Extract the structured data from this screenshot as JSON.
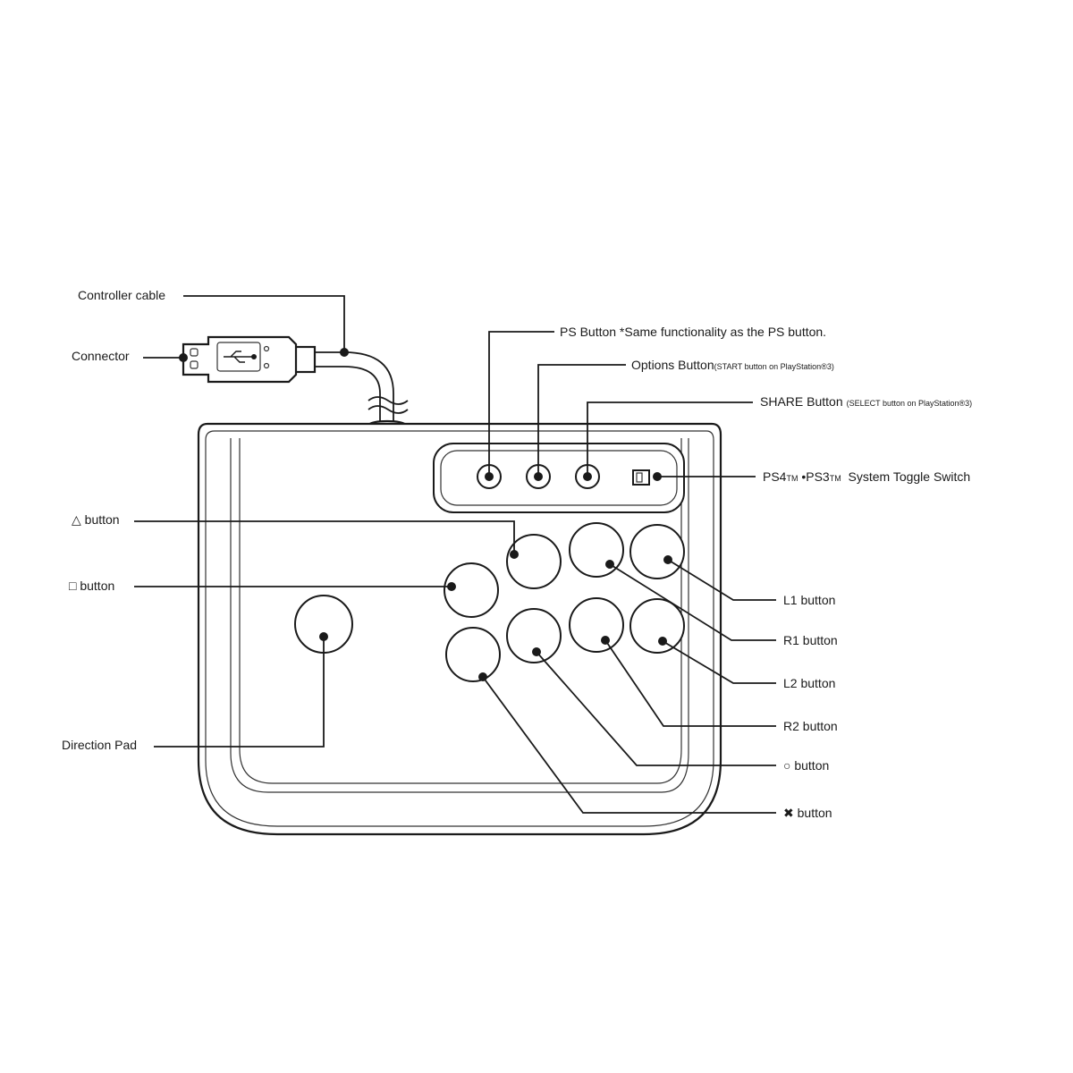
{
  "labels": {
    "controller_cable": "Controller cable",
    "connector": "Connector",
    "ps_button": "PS Button *Same functionality as the PS button.",
    "options_button": "Options Button",
    "options_note": "(START button on PlayStation®3)",
    "share_button": "SHARE Button",
    "share_note": "(SELECT button on PlayStation®3)",
    "toggle_ps4": "PS4",
    "toggle_tm1": "TM",
    "toggle_ps3": " •PS3",
    "toggle_tm2": "TM",
    "toggle_rest": "  System Toggle Switch",
    "triangle_button": "△ button",
    "square_button": "□ button",
    "direction_pad": "Direction Pad",
    "l1_button": "L1 button",
    "r1_button": "R1 button",
    "l2_button": "L2 button",
    "r2_button": "R2 button",
    "circle_button": "○ button",
    "cross_button": "✖ button"
  }
}
